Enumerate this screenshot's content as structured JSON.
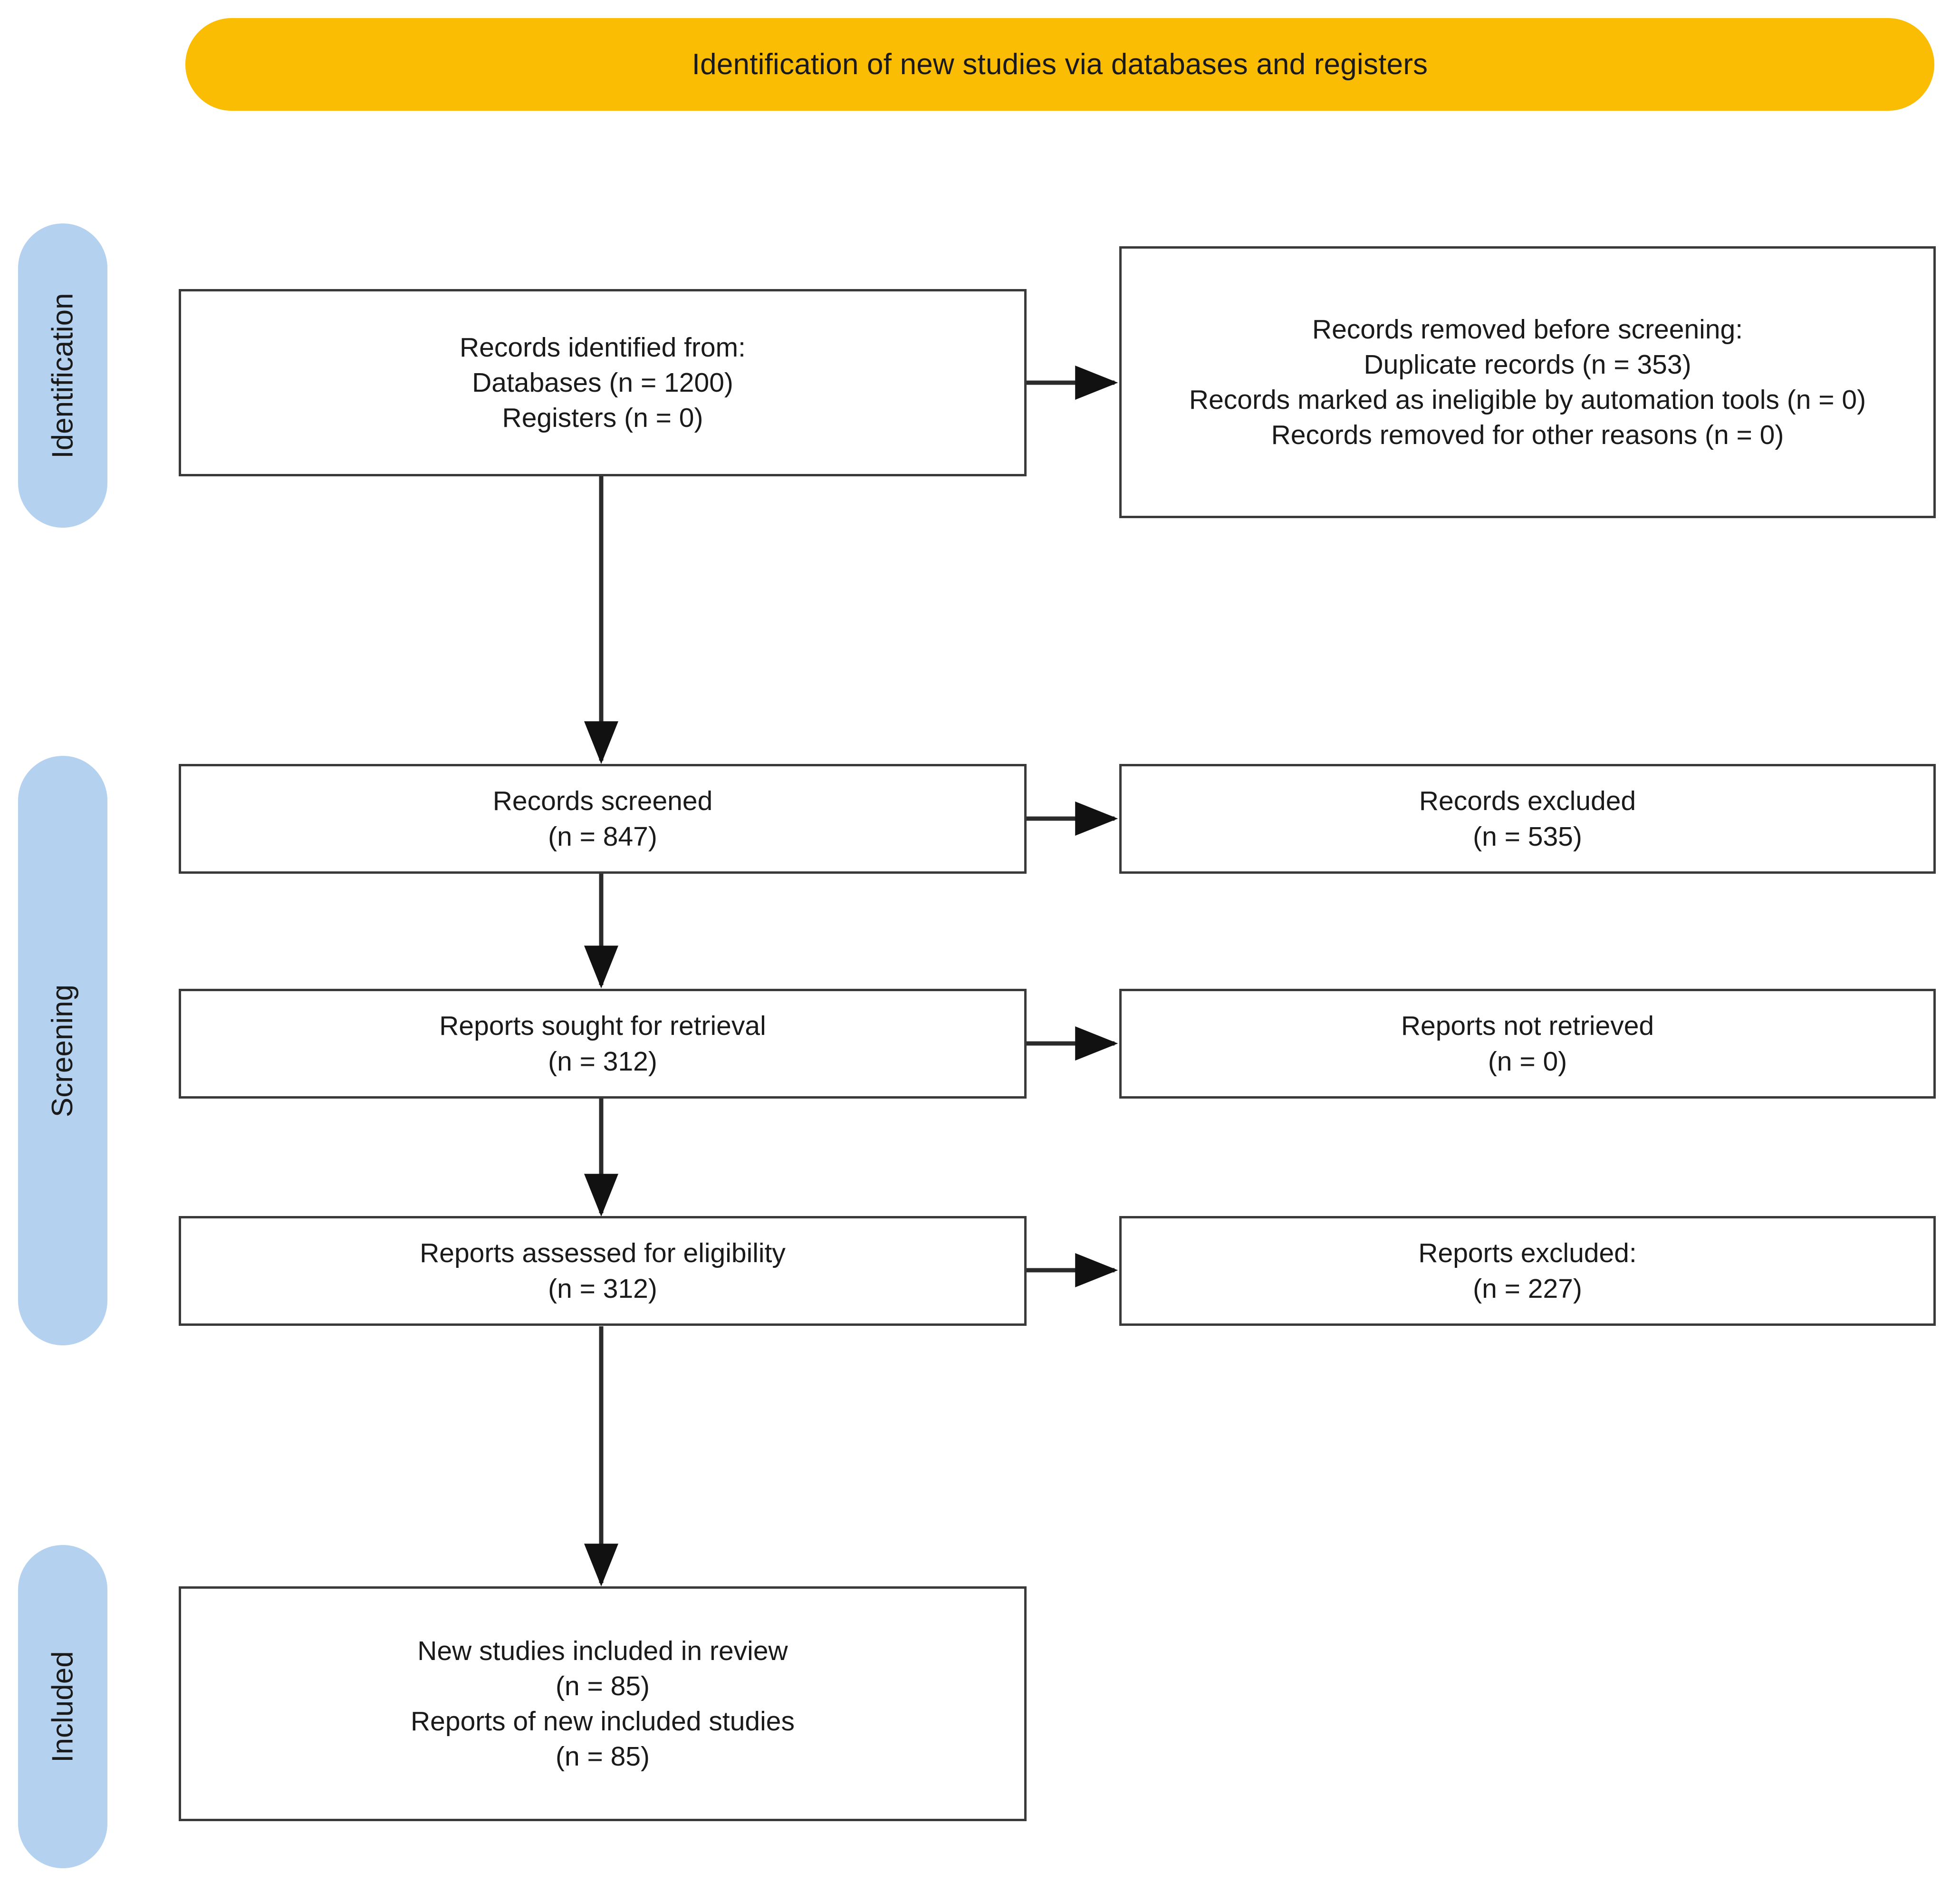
{
  "banner": {
    "title": "Identification of new studies via databases and registers",
    "color": "#FBBC04"
  },
  "stages": [
    {
      "label": "Identification",
      "color": "#B4D2F0"
    },
    {
      "label": "Screening",
      "color": "#B4D2F0"
    },
    {
      "label": "Included",
      "color": "#B4D2F0"
    }
  ],
  "boxes": {
    "identified": {
      "lines": [
        "Records identified from:",
        "Databases (n = 1200)",
        "Registers (n = 0)"
      ]
    },
    "removed_before_screening": {
      "lines": [
        "Records removed before screening:",
        "Duplicate records (n = 353)",
        "Records marked as ineligible by automation tools (n = 0)",
        "Records removed for other reasons (n = 0)"
      ]
    },
    "records_screened": {
      "lines": [
        "Records screened",
        "(n = 847)"
      ]
    },
    "records_excluded": {
      "lines": [
        "Records excluded",
        "(n = 535)"
      ]
    },
    "reports_sought": {
      "lines": [
        "Reports sought for retrieval",
        "(n = 312)"
      ]
    },
    "reports_not_retrieved": {
      "lines": [
        "Reports not retrieved",
        "(n = 0)"
      ]
    },
    "reports_assessed": {
      "lines": [
        "Reports assessed for eligibility",
        "(n = 312)"
      ]
    },
    "reports_excluded": {
      "lines": [
        "Reports excluded:",
        "(n = 227)"
      ]
    },
    "new_studies_included": {
      "lines": [
        "New studies included in review",
        "(n = 85)",
        "Reports of new included studies",
        "(n = 85)"
      ]
    }
  },
  "chart_data": {
    "type": "diagram",
    "title": "Identification of new studies via databases and registers",
    "diagram_kind": "PRISMA 2020 flow diagram",
    "stages": [
      "Identification",
      "Screening",
      "Included"
    ],
    "nodes": [
      {
        "id": "identified",
        "stage": "Identification",
        "column": "left",
        "label": "Records identified from:",
        "counts": {
          "Databases": 1200,
          "Registers": 0
        }
      },
      {
        "id": "removed_before_screening",
        "stage": "Identification",
        "column": "right",
        "label": "Records removed before screening:",
        "counts": {
          "Duplicate records": 353,
          "Records marked as ineligible by automation tools": 0,
          "Records removed for other reasons": 0
        }
      },
      {
        "id": "records_screened",
        "stage": "Screening",
        "column": "left",
        "label": "Records screened",
        "counts": {
          "n": 847
        }
      },
      {
        "id": "records_excluded",
        "stage": "Screening",
        "column": "right",
        "label": "Records excluded",
        "counts": {
          "n": 535
        }
      },
      {
        "id": "reports_sought",
        "stage": "Screening",
        "column": "left",
        "label": "Reports sought for retrieval",
        "counts": {
          "n": 312
        }
      },
      {
        "id": "reports_not_retrieved",
        "stage": "Screening",
        "column": "right",
        "label": "Reports not retrieved",
        "counts": {
          "n": 0
        }
      },
      {
        "id": "reports_assessed",
        "stage": "Screening",
        "column": "left",
        "label": "Reports assessed for eligibility",
        "counts": {
          "n": 312
        }
      },
      {
        "id": "reports_excluded",
        "stage": "Screening",
        "column": "right",
        "label": "Reports excluded:",
        "counts": {
          "n": 227
        }
      },
      {
        "id": "new_studies_included",
        "stage": "Included",
        "column": "left",
        "label": "New studies included in review",
        "counts": {
          "New studies included in review": 85,
          "Reports of new included studies": 85
        }
      }
    ],
    "edges": [
      {
        "from": "identified",
        "to": "removed_before_screening",
        "direction": "right"
      },
      {
        "from": "identified",
        "to": "records_screened",
        "direction": "down"
      },
      {
        "from": "records_screened",
        "to": "records_excluded",
        "direction": "right"
      },
      {
        "from": "records_screened",
        "to": "reports_sought",
        "direction": "down"
      },
      {
        "from": "reports_sought",
        "to": "reports_not_retrieved",
        "direction": "right"
      },
      {
        "from": "reports_sought",
        "to": "reports_assessed",
        "direction": "down"
      },
      {
        "from": "reports_assessed",
        "to": "reports_excluded",
        "direction": "right"
      },
      {
        "from": "reports_assessed",
        "to": "new_studies_included",
        "direction": "down"
      }
    ]
  }
}
